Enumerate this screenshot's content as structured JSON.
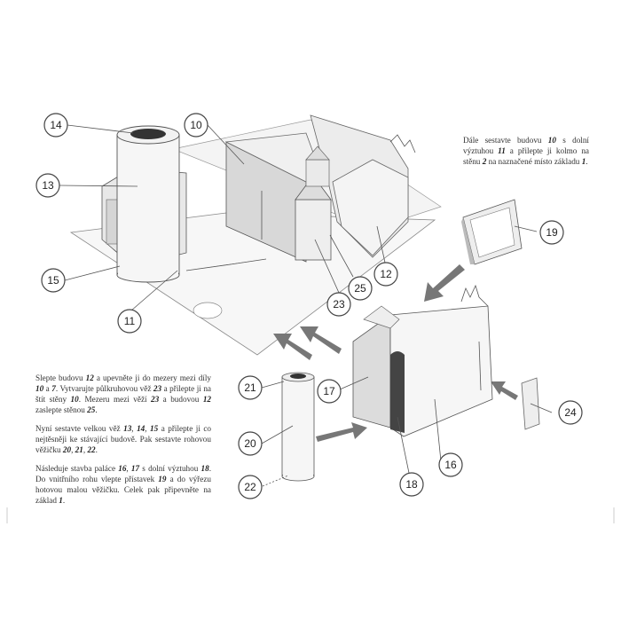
{
  "instructions_top": [
    [
      {
        "t": "Dále sestavte budovu "
      },
      {
        "t": "10",
        "b": 1
      },
      {
        "t": " s dolní výztuhou "
      },
      {
        "t": "11",
        "b": 1
      },
      {
        "t": " a přilepte ji kolmo na stěnu "
      },
      {
        "t": "2",
        "b": 1
      },
      {
        "t": " na naznačené místo základu "
      },
      {
        "t": "1",
        "b": 1
      },
      {
        "t": "."
      }
    ]
  ],
  "instructions_bottom": [
    [
      {
        "t": "Slepte budovu "
      },
      {
        "t": "12",
        "b": 1
      },
      {
        "t": " a upevněte ji do mezery mezi díly "
      },
      {
        "t": "10",
        "b": 1
      },
      {
        "t": " a "
      },
      {
        "t": "7",
        "b": 1
      },
      {
        "t": ". Vytvarujte půlkruhovou věž "
      },
      {
        "t": "23",
        "b": 1
      },
      {
        "t": " a přilepte ji na štít stěny "
      },
      {
        "t": "10",
        "b": 1
      },
      {
        "t": ". Mezeru mezi věží "
      },
      {
        "t": "23",
        "b": 1
      },
      {
        "t": " a budovou "
      },
      {
        "t": "12",
        "b": 1
      },
      {
        "t": " zaslepte stěnou "
      },
      {
        "t": "25",
        "b": 1
      },
      {
        "t": "."
      }
    ],
    [
      {
        "t": "Nyní sestavte velkou věž "
      },
      {
        "t": "13",
        "b": 1
      },
      {
        "t": ", "
      },
      {
        "t": "14",
        "b": 1
      },
      {
        "t": ", "
      },
      {
        "t": "15",
        "b": 1
      },
      {
        "t": " a přilepte ji co nejtěsněji ke stávající budově. Pak sestavte rohovou věžičku "
      },
      {
        "t": "20",
        "b": 1
      },
      {
        "t": ", "
      },
      {
        "t": "21",
        "b": 1
      },
      {
        "t": ", "
      },
      {
        "t": "22",
        "b": 1
      },
      {
        "t": "."
      }
    ],
    [
      {
        "t": "Následuje stavba paláce "
      },
      {
        "t": "16",
        "b": 1
      },
      {
        "t": ", "
      },
      {
        "t": "17",
        "b": 1
      },
      {
        "t": " s dolní výztuhou "
      },
      {
        "t": "18",
        "b": 1
      },
      {
        "t": ". Do vnitřního rohu vlepte přístavek "
      },
      {
        "t": "19",
        "b": 1
      },
      {
        "t": " a do výřezu hotovou malou věžičku. Celek pak připevněte na základ "
      },
      {
        "t": "1",
        "b": 1
      },
      {
        "t": "."
      }
    ]
  ],
  "callouts": {
    "c14": "14",
    "c10": "10",
    "c13": "13",
    "c15": "15",
    "c11": "11",
    "c23": "23",
    "c25": "25",
    "c12": "12",
    "c19": "19",
    "c21": "21",
    "c17": "17",
    "c20": "20",
    "c22": "22",
    "c18": "18",
    "c16": "16",
    "c24": "24"
  },
  "colors": {
    "arrow": "#777777",
    "wall": "#e6e6e6",
    "shade": "#cfcfcf",
    "dark": "#555555"
  }
}
